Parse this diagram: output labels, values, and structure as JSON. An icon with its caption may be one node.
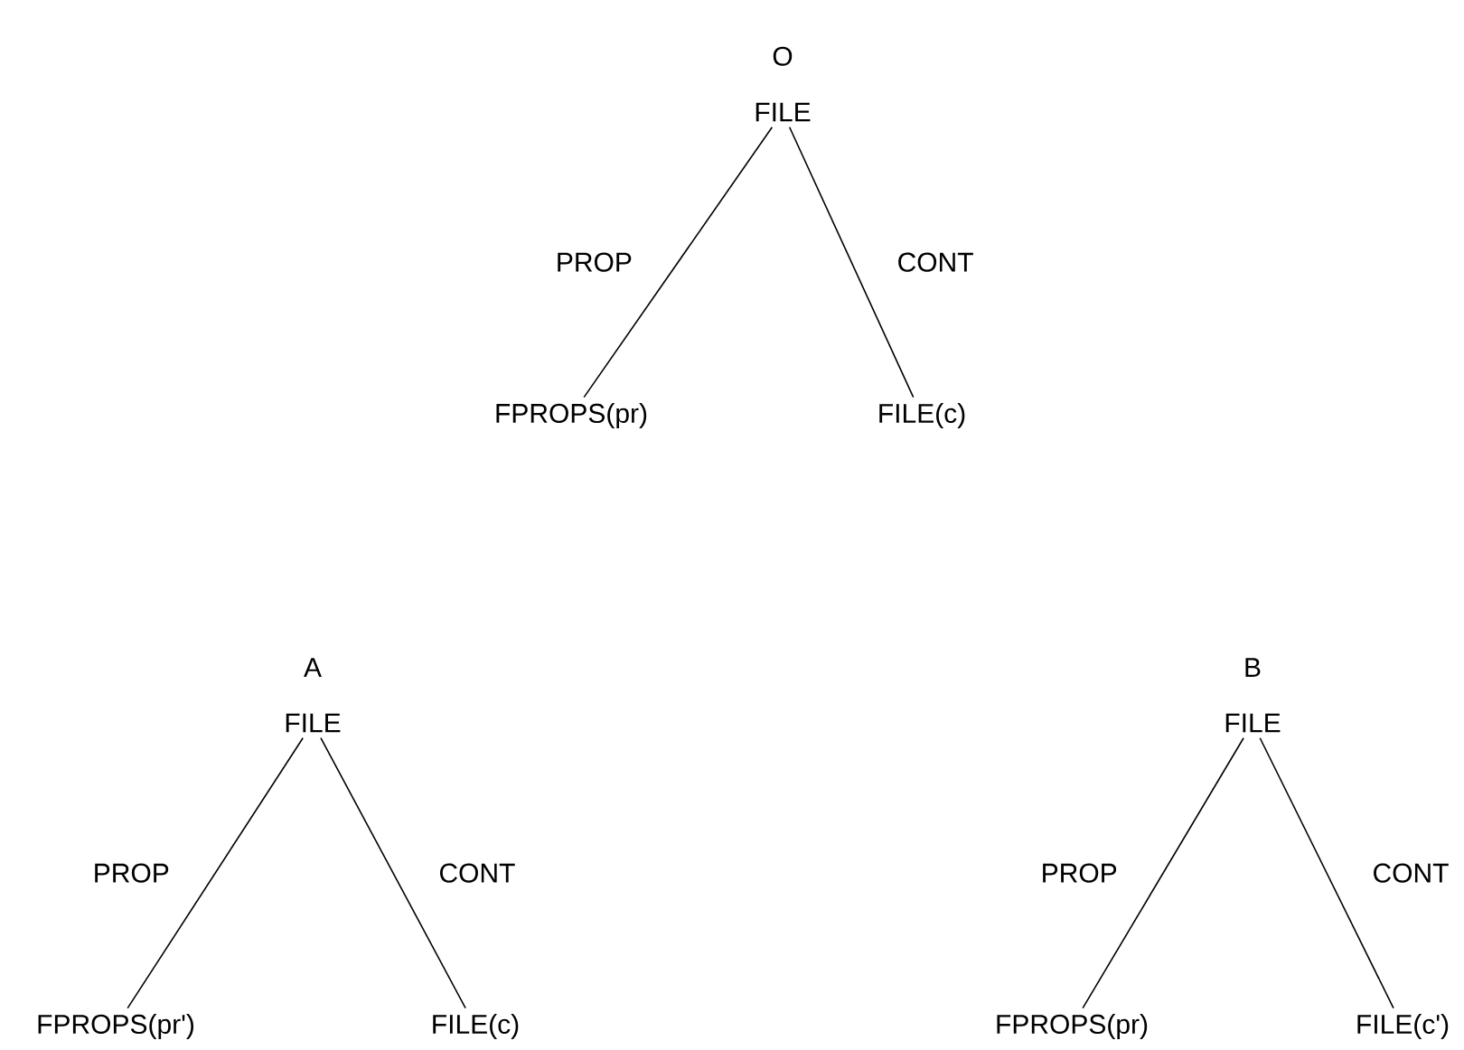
{
  "diagram": {
    "nodes": [
      {
        "text": [
          "FILE"
        ],
        "beside": [
          "O"
        ]
      },
      {
        "text": [
          "FPROPS(pr)"
        ]
      },
      {
        "text": [
          "FILE(c)"
        ]
      },
      {
        "text": [
          "FILE"
        ],
        "beside": [
          "A"
        ]
      },
      {
        "text": [
          "FPROPS(pr')"
        ]
      },
      {
        "text": [
          "FILE(c)"
        ]
      },
      {
        "text": [
          "FILE"
        ],
        "beside": [
          "B"
        ]
      },
      {
        "text": [
          "FPROPS(pr)"
        ]
      },
      {
        "text": [
          "FILE(c')"
        ]
      }
    ],
    "edges": [
      {
        "from": 0,
        "to": 1,
        "arrow": "none",
        "label": "PROP"
      },
      {
        "from": 0,
        "to": 2,
        "arrow": "none",
        "label": "CONT"
      },
      {
        "from": 3,
        "to": 4,
        "arrow": "none",
        "label": "PROP"
      },
      {
        "from": 3,
        "to": 5,
        "arrow": "none",
        "label": "CONT"
      },
      {
        "from": 6,
        "to": 7,
        "arrow": "none",
        "label": "PROP"
      },
      {
        "from": 6,
        "to": 8,
        "arrow": "none",
        "label": "CONT"
      }
    ]
  }
}
